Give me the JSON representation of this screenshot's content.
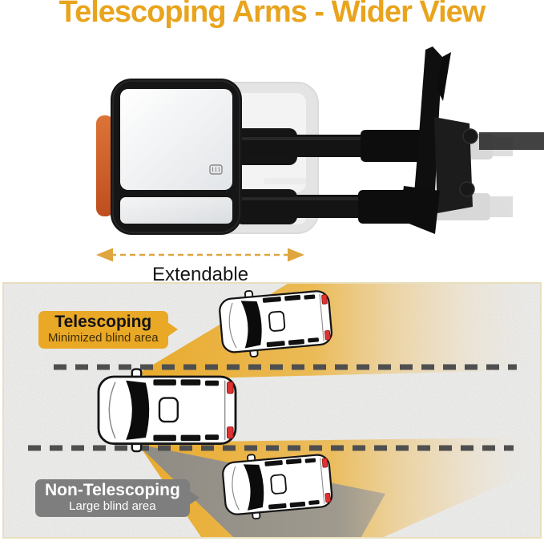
{
  "title": "Telescoping Arms - Wider View",
  "product": {
    "extendable_label": "Extendable",
    "turn_signal_color": "#CE5A26",
    "heated_glass_icon": "heated-mirror-defrost-icon",
    "states_shown": [
      "extended",
      "retracted-ghost"
    ]
  },
  "diagram": {
    "telescoping_callout": {
      "title": "Telescoping",
      "subtitle": "Minimized blind area",
      "bg_color": "#E9A826",
      "text_color": "#131313"
    },
    "non_telescoping_callout": {
      "title": "Non-Telescoping",
      "subtitle": "Large blind area",
      "bg_color": "#7E7E7E",
      "text_color": "#FFFFFF"
    },
    "beam_color": "#E9A826",
    "blind_area_color": "#949494",
    "lane_line_color": "#4F4F4F",
    "cars_count": 3
  },
  "colors": {
    "title_text": "#E9A41D",
    "arrow": "#DFA53E",
    "background": "#FFFFFF",
    "panel_bg": "#E8E8E6",
    "panel_border": "#E8DFBE"
  }
}
